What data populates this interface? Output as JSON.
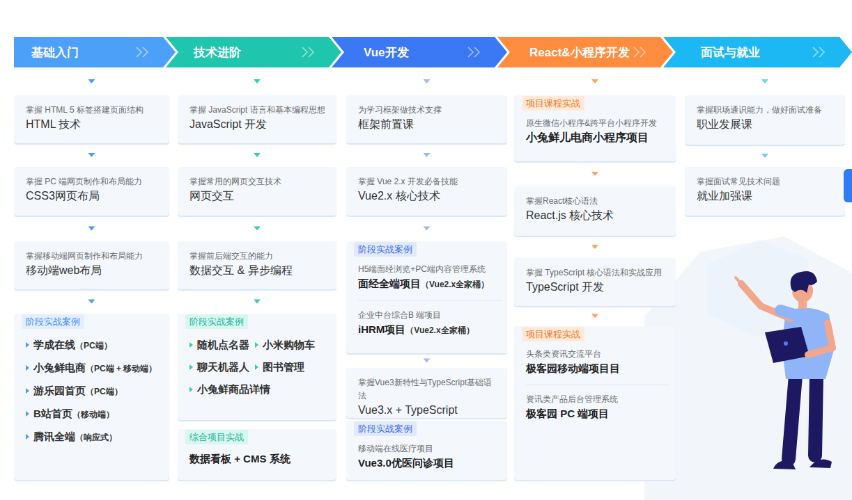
{
  "diagram": {
    "nodes": [
      {
        "text": [
          "基础入门"
        ]
      },
      {
        "text": [
          "掌握 HTML 5 标签搭建页面结构",
          "HTML 技术"
        ]
      },
      {
        "text": [
          "掌握 PC 端网页制作和布局能力",
          "CSS3网页布局"
        ]
      },
      {
        "text": [
          "掌握移动端网页制作和布局能力",
          "移动端web布局"
        ]
      },
      {
        "text": [
          "阶段实战案例",
          "学成在线",
          "（PC端）",
          "小兔鲜电商",
          "（PC端 + 移动端）",
          "游乐园首页",
          "（PC端）",
          "B站首页",
          "（移动端）",
          "腾讯全端",
          "（响应式）"
        ]
      },
      {
        "text": [
          "技术进阶"
        ]
      },
      {
        "text": [
          "掌握 JavaScript 语言和基本编程思想",
          "JavaScript 开发"
        ]
      },
      {
        "text": [
          "掌握常用的网页交互技术",
          "网页交互"
        ]
      },
      {
        "text": [
          "掌握前后端交互的能力",
          "数据交互 & 异步编程"
        ]
      },
      {
        "text": [
          "阶段实战案例",
          "随机点名器",
          "小米购物车",
          "聊天机器人",
          "图书管理",
          "小兔鲜商品详情"
        ]
      },
      {
        "text": [
          "综合项目实战",
          "数据看板 + CMS 系统"
        ]
      },
      {
        "text": [
          "Vue开发"
        ]
      },
      {
        "text": [
          "为学习框架做技术支撑",
          "框架前置课"
        ]
      },
      {
        "text": [
          "掌握 Vue 2.x 开发必备技能",
          "Vue2.x 核心技术"
        ]
      },
      {
        "text": [
          "阶段实战案例",
          "H5端面经浏览+PC端内容管理系统",
          "面经全端项目",
          "（Vue2.x全家桶）",
          "企业中台综合B 端项目",
          "iHRM项目",
          "（Vue2.x全家桶）"
        ]
      },
      {
        "text": [
          "掌握Vue3新特性与TypeScript基础语法",
          "Vue3.x + TypeScript"
        ]
      },
      {
        "text": [
          "阶段实战案例",
          "移动端在线医疗项目",
          "Vue3.0优医问诊项目"
        ]
      },
      {
        "text": [
          "React&小程序开发"
        ]
      },
      {
        "text": [
          "项目课程实战",
          "原生微信小程序&跨平台小程序开发",
          "小兔鲜儿电商小程序项目"
        ]
      },
      {
        "text": [
          "掌握React核心语法",
          "React.js 核心技术"
        ]
      },
      {
        "text": [
          "掌握 TypeScript 核心语法和实战应用",
          "TypeScript 开发"
        ]
      },
      {
        "text": [
          "项目课程实战",
          "头条类资讯交流平台",
          "极客园移动端项目目",
          "资讯类产品后台管理系统",
          "极客园 PC 端项目"
        ]
      },
      {
        "text": [
          "面试与就业"
        ]
      },
      {
        "text": [
          "掌握职场通识能力，做好面试准备",
          "职业发展课"
        ]
      },
      {
        "text": [
          "掌握面试常见技术问题",
          "就业加强课"
        ]
      }
    ],
    "edges": [
      {
        "from": 0,
        "to": 1,
        "arrow": "to"
      },
      {
        "from": 1,
        "to": 2,
        "arrow": "to"
      },
      {
        "from": 2,
        "to": 3,
        "arrow": "to"
      },
      {
        "from": 3,
        "to": 4,
        "arrow": "to"
      },
      {
        "from": 5,
        "to": 6,
        "arrow": "to"
      },
      {
        "from": 6,
        "to": 7,
        "arrow": "to"
      },
      {
        "from": 7,
        "to": 8,
        "arrow": "to"
      },
      {
        "from": 8,
        "to": 9,
        "arrow": "to"
      },
      {
        "from": 11,
        "to": 12,
        "arrow": "to"
      },
      {
        "from": 12,
        "to": 13,
        "arrow": "to"
      },
      {
        "from": 13,
        "to": 14,
        "arrow": "to"
      },
      {
        "from": 14,
        "to": 15,
        "arrow": "to"
      },
      {
        "from": 17,
        "to": 18,
        "arrow": "to"
      },
      {
        "from": 18,
        "to": 19,
        "arrow": "to"
      },
      {
        "from": 19,
        "to": 20,
        "arrow": "to"
      },
      {
        "from": 20,
        "to": 21,
        "arrow": "to"
      },
      {
        "from": 22,
        "to": 23,
        "arrow": "to"
      },
      {
        "from": 23,
        "to": 24,
        "arrow": "to"
      }
    ]
  }
}
